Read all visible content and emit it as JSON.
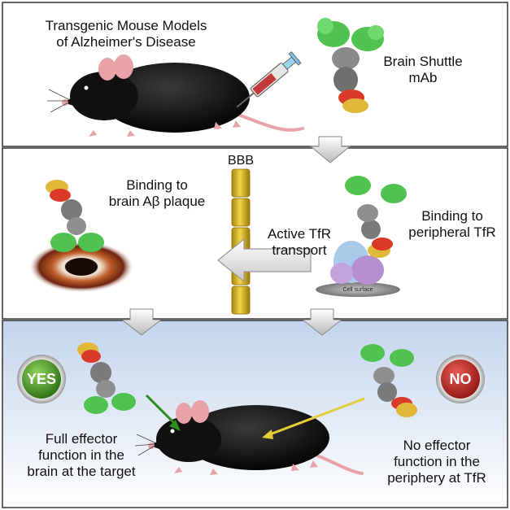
{
  "panel1": {
    "model_line1": "Transgenic Mouse Models",
    "model_line2": "of Alzheimer's Disease",
    "shuttle_line1": "Brain Shuttle",
    "shuttle_line2": "mAb"
  },
  "panel2": {
    "bbb": "BBB",
    "plaque_line1": "Binding to",
    "plaque_line2": "brain Aβ plaque",
    "transport_line1": "Active TfR",
    "transport_line2": "transport",
    "peripheral_line1": "Binding to",
    "peripheral_line2": "peripheral TfR",
    "cell_surface": "Cell surface"
  },
  "panel3": {
    "yes": "YES",
    "no": "NO",
    "yes_line1": "Full effector",
    "yes_line2": "function in the",
    "yes_line3": "brain at the target",
    "no_line1": "No effector",
    "no_line2": "function in the",
    "no_line3": "periphery at TfR"
  },
  "colors": {
    "panel_border": "#333333",
    "panel3_top": "#c3d4ec",
    "bbb_gold": "#d9b51c",
    "yes_green": "#3a8a22",
    "no_red": "#b0211f",
    "antibody_green": "#4fc24f",
    "antibody_gray": "#8a8a8a",
    "antibody_red": "#d93a2a",
    "antibody_yellow": "#e0b83a",
    "arrow_green": "#2e8b1e",
    "arrow_yellow": "#e2cf3a"
  }
}
